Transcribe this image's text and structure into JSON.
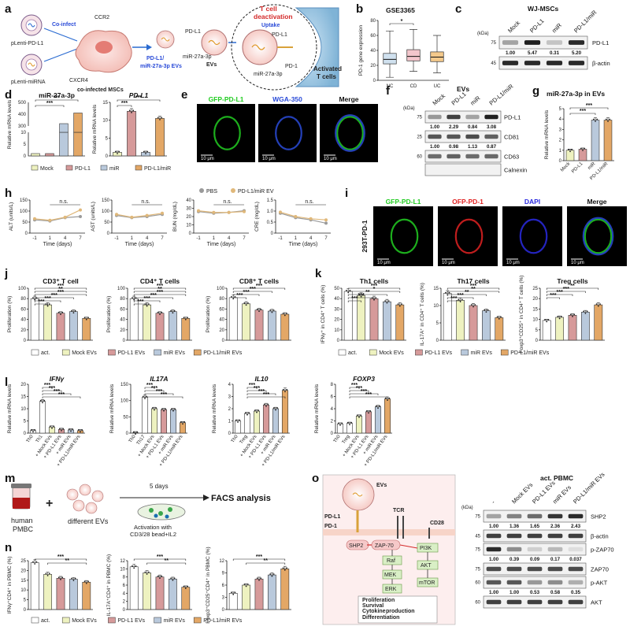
{
  "colors": {
    "act": "#ffffff",
    "mock": "#eef2c0",
    "pdl1": "#d69a9a",
    "mir": "#b9c9dc",
    "pdl1mir": "#e3a766",
    "mock_d": "#e8eec8",
    "ctrl_line": "#9a9a9a",
    "ev_line": "#e0b87a"
  },
  "panel_a": {
    "label": "a",
    "texts": {
      "coinfect": "Co-infect",
      "pdl1_virus": "pLenti-PD-L1",
      "mirna_virus": "pLenti-miRNA",
      "ccr2": "CCR2",
      "cxcr4": "CXCR4",
      "msc": "co-infected MSCs",
      "evs_name_1": "PD-L1/",
      "evs_name_2": "miR-27a-3p EVs",
      "pdl1": "PD-L1",
      "mir": "miR-27a-3p",
      "evs": "EVs",
      "deact_1": "T cell",
      "deact_2": "deactivation",
      "uptake": "Uptake",
      "pdl1_b": "PD-L1",
      "mir_b": "miR-27a-3p",
      "pd1": "PD-1",
      "activated_1": "Activated",
      "activated_2": "T cells"
    }
  },
  "panel_b": {
    "label": "b",
    "title": "GSE3365",
    "ylabel": "PD-1 gene expression",
    "categories": [
      "NC",
      "CD",
      "UC"
    ],
    "sig": "*",
    "yticks": [
      "0",
      "20",
      "40",
      "60",
      "80"
    ],
    "boxes": [
      {
        "min": 4,
        "q1": 22,
        "med": 28,
        "q3": 36,
        "max": 66,
        "color": "#d0e1ef"
      },
      {
        "min": 12,
        "q1": 26,
        "med": 32,
        "q3": 41,
        "max": 68,
        "color": "#f3c6cc"
      },
      {
        "min": 10,
        "q1": 25,
        "med": 31,
        "q3": 38,
        "max": 60,
        "color": "#f4c98b"
      }
    ],
    "ylim": [
      0,
      80
    ]
  },
  "panel_c": {
    "label": "c",
    "title": "WJ-MSCs",
    "lanes": [
      "Mock",
      "PD-L1",
      "miR",
      "PD-L1/miR"
    ],
    "kda_label": "(kDa)",
    "rows": [
      {
        "kda": "75",
        "name": "PD-L1",
        "values": [
          "1.00",
          "5.47",
          "0.31",
          "5.20"
        ],
        "bands": [
          0.35,
          0.95,
          0.2,
          0.9
        ]
      },
      {
        "kda": "45",
        "name": "β-actin",
        "values": [],
        "bands": [
          0.9,
          0.9,
          0.9,
          0.9
        ]
      }
    ]
  },
  "panel_d": {
    "label": "d",
    "charts": [
      {
        "title": "miR-27a-3p",
        "ylabel": "Relative mRNA levels",
        "values": [
          1,
          1,
          320,
          410
        ],
        "top_ticks": [
          "300",
          "400",
          "500"
        ],
        "bot_ticks": [
          "0",
          "5",
          "10"
        ],
        "sigs": [
          "***",
          "***",
          "***"
        ]
      },
      {
        "title": "PD-L1",
        "ylabel": "Relative mRNA levels",
        "values": [
          1,
          12.5,
          1,
          10.5
        ],
        "yticks": [
          "0",
          "5",
          "10",
          "15"
        ],
        "ylim": [
          0,
          15
        ],
        "sigs": [
          "***",
          "***",
          "***"
        ]
      }
    ],
    "legend": [
      "Mock",
      "PD-L1",
      "miR",
      "PD-L1/miR"
    ]
  },
  "panel_e": {
    "label": "e",
    "images": [
      {
        "title": "GFP-PD-L1",
        "color": "#22cc22",
        "scale": "10 μm"
      },
      {
        "title": "WGA-350",
        "color": "#2a4bd8",
        "scale": "10 μm"
      },
      {
        "title": "Merge",
        "color": "#ffffff",
        "scale": "10 μm"
      }
    ]
  },
  "panel_f": {
    "label": "f",
    "title": "EVs",
    "kda_label": "(kDa)",
    "lanes": [
      "Mock",
      "PD-L1",
      "miR",
      "PD-L1/miR"
    ],
    "rows": [
      {
        "kda": "75",
        "name": "PD-L1",
        "values": [
          "1.00",
          "2.29",
          "0.84",
          "3.08"
        ],
        "bands": [
          0.4,
          0.8,
          0.35,
          0.95
        ]
      },
      {
        "kda": "25",
        "name": "CD81",
        "values": [
          "1.00",
          "0.98",
          "1.13",
          "0.87"
        ],
        "bands": [
          0.7,
          0.7,
          0.75,
          0.65
        ]
      },
      {
        "kda": "60",
        "name": "CD63",
        "values": [],
        "bands": [
          0.6,
          0.65,
          0.6,
          0.62
        ]
      },
      {
        "kda": "",
        "name": "Calnexin",
        "values": [],
        "bands": [
          0,
          0,
          0,
          0
        ]
      }
    ]
  },
  "panel_g": {
    "label": "g",
    "title": "miR-27a-3p in EVs",
    "ylabel": "Relative mRNA levels",
    "categories": [
      "Mock",
      "PD-L1",
      "miR",
      "PD-L1/miR"
    ],
    "values": [
      1,
      1.1,
      3.9,
      3.9
    ],
    "yticks": [
      "0",
      "1",
      "2",
      "3",
      "4",
      "5"
    ],
    "ylim": [
      0,
      5
    ],
    "sigs": [
      "***",
      "***"
    ]
  },
  "panel_h": {
    "label": "h",
    "legend": [
      "PBS",
      "PD-L1/miR EV"
    ],
    "xticks": [
      "-1",
      "1",
      "4",
      "7"
    ],
    "xlabel": "Time (days)",
    "sig": "n.s.",
    "charts": [
      {
        "ylabel": "ALT (units/L)",
        "yticks": [
          "0",
          "50",
          "100",
          "150"
        ],
        "ylim": [
          0,
          150
        ],
        "ctrl": [
          60,
          55,
          70,
          75
        ],
        "ev": [
          65,
          58,
          72,
          105
        ]
      },
      {
        "ylabel": "AST (units/L)",
        "yticks": [
          "0",
          "50",
          "100",
          "150"
        ],
        "ylim": [
          0,
          150
        ],
        "ctrl": [
          80,
          70,
          75,
          85
        ],
        "ev": [
          85,
          72,
          80,
          90
        ]
      },
      {
        "ylabel": "BUN (mg/dL)",
        "yticks": [
          "0",
          "10",
          "20",
          "30",
          "40"
        ],
        "ylim": [
          0,
          40
        ],
        "ctrl": [
          26,
          24,
          25,
          27
        ],
        "ev": [
          27,
          25,
          25,
          26
        ]
      },
      {
        "ylabel": "CRE (mg/dL)",
        "yticks": [
          "0",
          "0.5",
          "1.0",
          "1.5"
        ],
        "ylim": [
          0,
          1.5
        ],
        "ctrl": [
          0.9,
          0.7,
          0.6,
          0.45
        ],
        "ev": [
          0.95,
          0.75,
          0.65,
          0.6
        ]
      }
    ]
  },
  "panel_i": {
    "label": "i",
    "side": "293T-PD-1",
    "images": [
      {
        "title": "GFP-PD-L1",
        "color": "#22cc22",
        "scale": "10 μm"
      },
      {
        "title": "OFP-PD-1",
        "color": "#e02222",
        "scale": "10 μm"
      },
      {
        "title": "DAPI",
        "color": "#2a2ae0",
        "scale": "10 μm"
      },
      {
        "title": "Merge",
        "color": "#ffffff",
        "scale": "10 μm"
      }
    ]
  },
  "panel_j": {
    "label": "j",
    "charts": [
      {
        "title": "CD3⁺ T cell",
        "ylabel": "Proliferation (%)",
        "values": [
          80,
          68,
          52,
          55,
          42
        ],
        "sigs": [
          "***",
          "***",
          "***",
          "***",
          "**",
          "***"
        ]
      },
      {
        "title": "CD4⁺ T cells",
        "ylabel": "Proliferation (%)",
        "values": [
          80,
          68,
          52,
          55,
          42
        ],
        "sigs": [
          "***",
          "***",
          "***",
          "***",
          "**",
          "***"
        ]
      },
      {
        "title": "CD8⁺ T cells",
        "ylabel": "Proliferation (%)",
        "values": [
          82,
          70,
          58,
          56,
          50
        ],
        "sigs": [
          "***",
          "***",
          "***",
          "***"
        ]
      }
    ],
    "yticks": [
      "0",
      "20",
      "40",
      "60",
      "80",
      "100"
    ],
    "ylim": [
      0,
      100
    ]
  },
  "panel_k": {
    "label": "k",
    "charts": [
      {
        "title": "Th1 cells",
        "ylabel": "IFNγ⁺ in CD4⁺ T cells (%)",
        "values": [
          47,
          43,
          40,
          37,
          34
        ],
        "yticks": [
          "0",
          "10",
          "20",
          "30",
          "40",
          "50"
        ],
        "ylim": [
          0,
          50
        ],
        "sigs": [
          "***",
          "***",
          "**",
          "*",
          "***"
        ]
      },
      {
        "title": "Th17 cells",
        "ylabel": "IL-17A⁺ in CD4⁺ T cells (%)",
        "values": [
          13.5,
          11.5,
          10,
          8.5,
          6.5
        ],
        "yticks": [
          "0",
          "5",
          "10",
          "15"
        ],
        "ylim": [
          0,
          15
        ],
        "sigs": [
          "***",
          "***",
          "**",
          "**",
          "***"
        ]
      },
      {
        "title": "Treg cells",
        "ylabel": "Foxp3⁺CD25⁺ in CD4⁺ T cells (%)",
        "values": [
          9.5,
          11,
          12,
          13.5,
          17
        ],
        "yticks": [
          "0",
          "5",
          "10",
          "15",
          "20",
          "25"
        ],
        "ylim": [
          0,
          25
        ],
        "sigs": [
          "***",
          "***",
          "***",
          "**"
        ]
      }
    ]
  },
  "group_legend": [
    "act.",
    "Mock  EVs",
    "PD-L1 EVs",
    "miR EVs",
    "PD-L1/miR EVs"
  ],
  "panel_l": {
    "label": "l",
    "charts": [
      {
        "title": "IFNγ",
        "ylabel": "Relative mRNA levels",
        "cats": [
          "Th0",
          "Th1",
          "+ Mock EVs",
          "+ PD-L1 EVs",
          "+ miR EVs",
          "+ PD-L1/miR EVs"
        ],
        "values": [
          1,
          13,
          2.5,
          1.5,
          1.3,
          1
        ],
        "yticks": [
          "0",
          "5",
          "10",
          "15",
          "20"
        ],
        "ylim": [
          0,
          20
        ]
      },
      {
        "title": "IL17A",
        "ylabel": "Relative mRNA levels",
        "cats": [
          "Th0",
          "Th17",
          "+ Mock EVs",
          "+ PD-L1 EVs",
          "+ miR EVs",
          "+ PD-L1/miR EVs"
        ],
        "values": [
          1,
          110,
          75,
          72,
          72,
          32
        ],
        "yticks": [
          "0",
          "50",
          "100",
          "150"
        ],
        "ylim": [
          0,
          150
        ]
      },
      {
        "title": "IL10",
        "ylabel": "Relative mRNA levels",
        "cats": [
          "Th0",
          "Treg",
          "+ Mock EVs",
          "+ PD-L1 EVs",
          "+ miR EVs",
          "+ PD-L1/miR EVs"
        ],
        "values": [
          1,
          1.6,
          1.8,
          2.3,
          2.0,
          3.5
        ],
        "yticks": [
          "0",
          "1",
          "2",
          "3",
          "4"
        ],
        "ylim": [
          0,
          4
        ]
      },
      {
        "title": "FOXP3",
        "ylabel": "Relative mRNA levels",
        "cats": [
          "Th0",
          "Treg",
          "+ Mock EVs",
          "+ PD-L1 EVs",
          "+ miR EVs",
          "+ PD-L1/miR EVs"
        ],
        "values": [
          1.5,
          1.6,
          2.8,
          3.5,
          4.3,
          5.6
        ],
        "yticks": [
          "0",
          "2",
          "4",
          "6",
          "8"
        ],
        "ylim": [
          0,
          8
        ]
      }
    ]
  },
  "panel_m": {
    "label": "m",
    "human": "human",
    "pbmc": "PMBC",
    "plus": "+",
    "different": "different EVs",
    "days": "5 days",
    "facs": "FACS analysis",
    "activation_1": "Activation with",
    "activation_2": "CD3/28 bead+IL2"
  },
  "panel_n": {
    "label": "n",
    "charts": [
      {
        "ylabel": "IFNγ⁺CD4⁺ in PBMC (%)",
        "values": [
          24,
          18,
          16,
          15.5,
          14
        ],
        "yticks": [
          "0",
          "5",
          "10",
          "15",
          "20",
          "25"
        ],
        "ylim": [
          0,
          25
        ]
      },
      {
        "ylabel": "IL-17A⁺CD4⁺ in PBMC (%)",
        "values": [
          10.5,
          9,
          8,
          7.5,
          5.5
        ],
        "yticks": [
          "0",
          "2",
          "4",
          "6",
          "8",
          "10",
          "12"
        ],
        "ylim": [
          0,
          12
        ]
      },
      {
        "ylabel": "Foxp3⁺CD25⁺CD4⁺ in PBMC (%)",
        "values": [
          4,
          6,
          7.5,
          8.5,
          10
        ],
        "yticks": [
          "0",
          "3",
          "6",
          "9",
          "12"
        ],
        "ylim": [
          0,
          12
        ]
      }
    ]
  },
  "panel_o": {
    "label": "o",
    "diagram": {
      "evs": "EVs",
      "pdl1": "PD-L1",
      "pd1": "PD-1",
      "tcr": "TCR",
      "cd28": "CD28",
      "shp2": "SHP2",
      "zap70": "ZAP-70",
      "raf": "Raf",
      "mek": "MEK",
      "erk": "ERK",
      "pi3k": "PI3K",
      "akt": "AKT",
      "mtor": "mTOR",
      "out1": "Proliferation",
      "out2": "Survival",
      "out3": "Cytokine",
      "out4": "production",
      "out5": "Differentiation"
    },
    "blot_title": "act. PBMC",
    "kda_label": "(kDa)",
    "lanes": [
      "-",
      "Mock EVs",
      "PD-L1 EVs",
      "miR EVs",
      "PD-L1/miR EVs"
    ],
    "rows": [
      {
        "kda": "75",
        "name": "SHP2",
        "values": [
          "1.00",
          "1.36",
          "1.65",
          "2.36",
          "2.43"
        ],
        "bands": [
          0.35,
          0.5,
          0.6,
          0.85,
          0.9
        ]
      },
      {
        "kda": "45",
        "name": "β-actin",
        "values": [],
        "bands": [
          0.8,
          0.8,
          0.8,
          0.8,
          0.8
        ]
      },
      {
        "kda": "75",
        "name": "p-ZAP70",
        "values": [
          "1.00",
          "0.39",
          "0.09",
          "0.17",
          "0.037"
        ],
        "bands": [
          0.9,
          0.45,
          0.15,
          0.25,
          0.08
        ]
      },
      {
        "kda": "75",
        "name": "ZAP70",
        "values": [],
        "bands": [
          0.75,
          0.75,
          0.75,
          0.75,
          0.75
        ]
      },
      {
        "kda": "60",
        "name": "p-AKT",
        "values": [
          "1.00",
          "1.00",
          "0.53",
          "0.58",
          "0.35"
        ],
        "bands": [
          0.7,
          0.7,
          0.4,
          0.45,
          0.3
        ]
      },
      {
        "kda": "60",
        "name": "AKT",
        "values": [],
        "bands": [
          0.8,
          0.8,
          0.8,
          0.8,
          0.8
        ]
      }
    ]
  }
}
